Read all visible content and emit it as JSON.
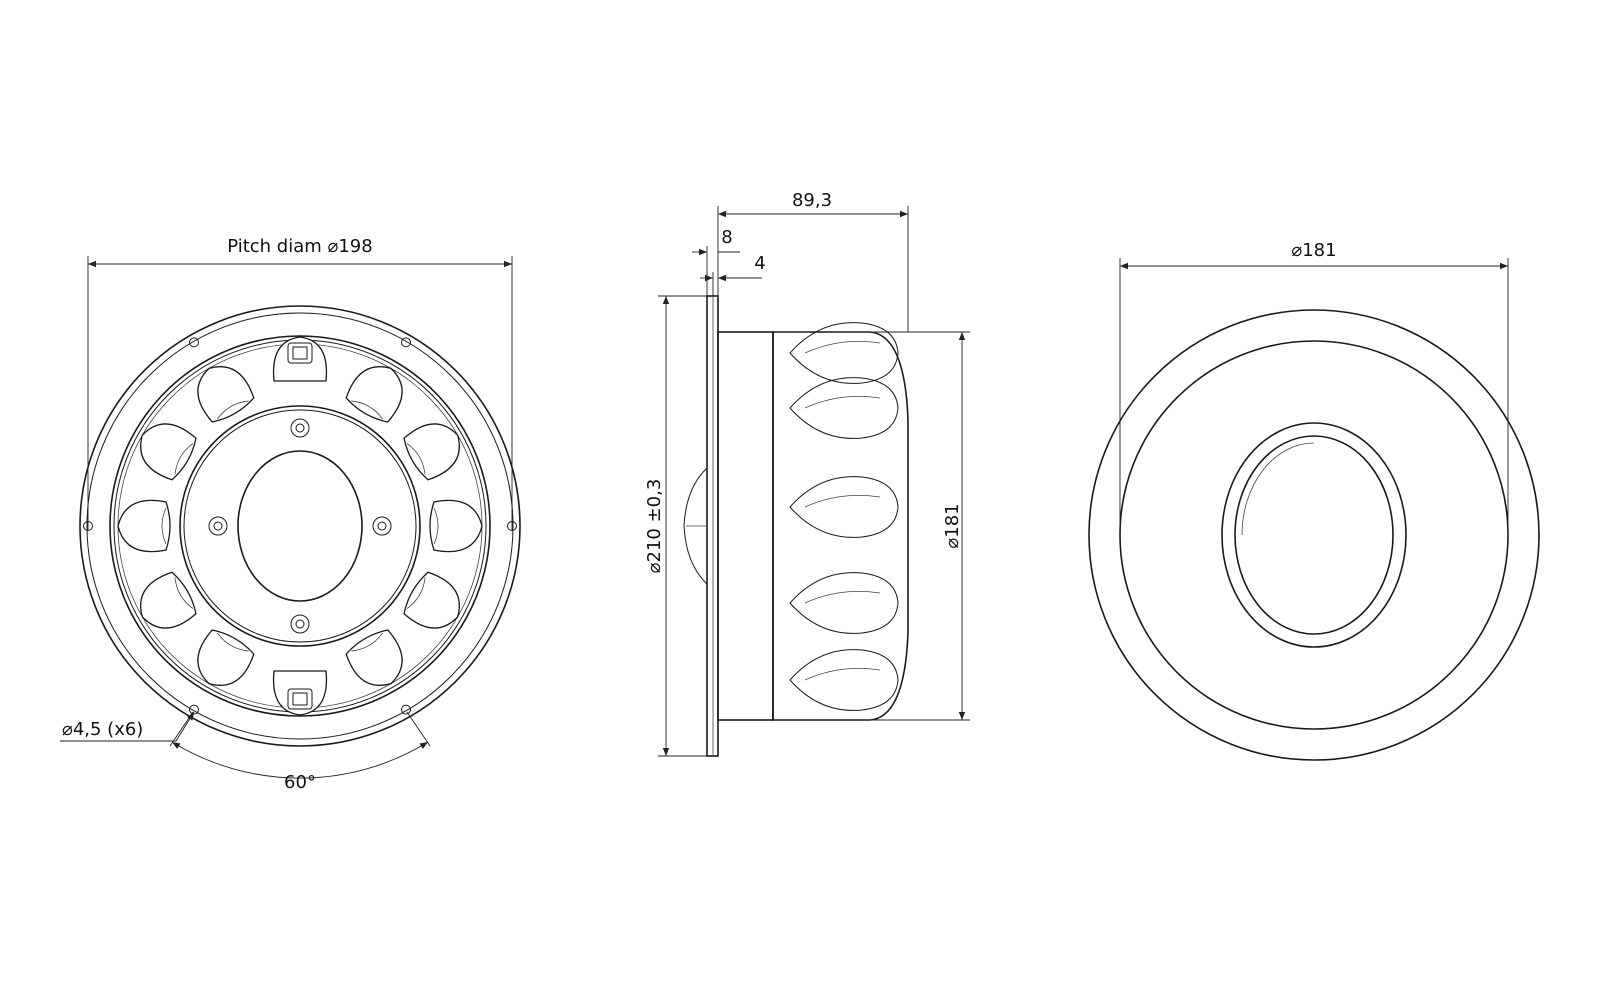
{
  "front_view": {
    "pitch_label": "Pitch diam ⌀198",
    "hole_label": "⌀4,5 (x6)",
    "angle_label": "60°"
  },
  "side_view": {
    "depth_label": "89,3",
    "flange_label": "8",
    "inner_label": "4",
    "outer_diameter_label": "⌀210 ±0,3",
    "body_diameter_label": "⌀181"
  },
  "rear_view": {
    "diameter_label": "⌀181"
  }
}
